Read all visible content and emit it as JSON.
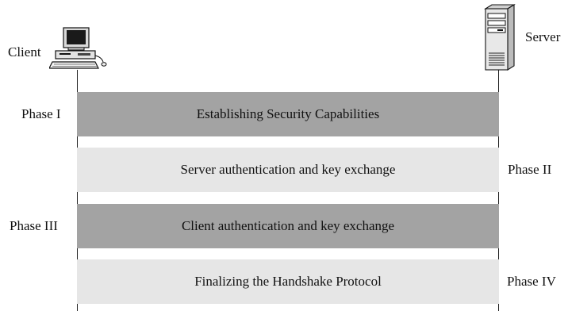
{
  "endpoints": {
    "client": "Client",
    "server": "Server"
  },
  "phases": [
    {
      "phase": "Phase I",
      "text": "Establishing Security Capabilities"
    },
    {
      "phase": "Phase II",
      "text": "Server authentication and key exchange"
    },
    {
      "phase": "Phase III",
      "text": "Client authentication and key exchange"
    },
    {
      "phase": "Phase IV",
      "text": "Finalizing the Handshake Protocol"
    }
  ],
  "colors": {
    "dark_band": "#a3a3a3",
    "light_band": "#e6e6e6"
  },
  "icons": {
    "client": "desktop-computer-icon",
    "server": "server-tower-icon"
  }
}
